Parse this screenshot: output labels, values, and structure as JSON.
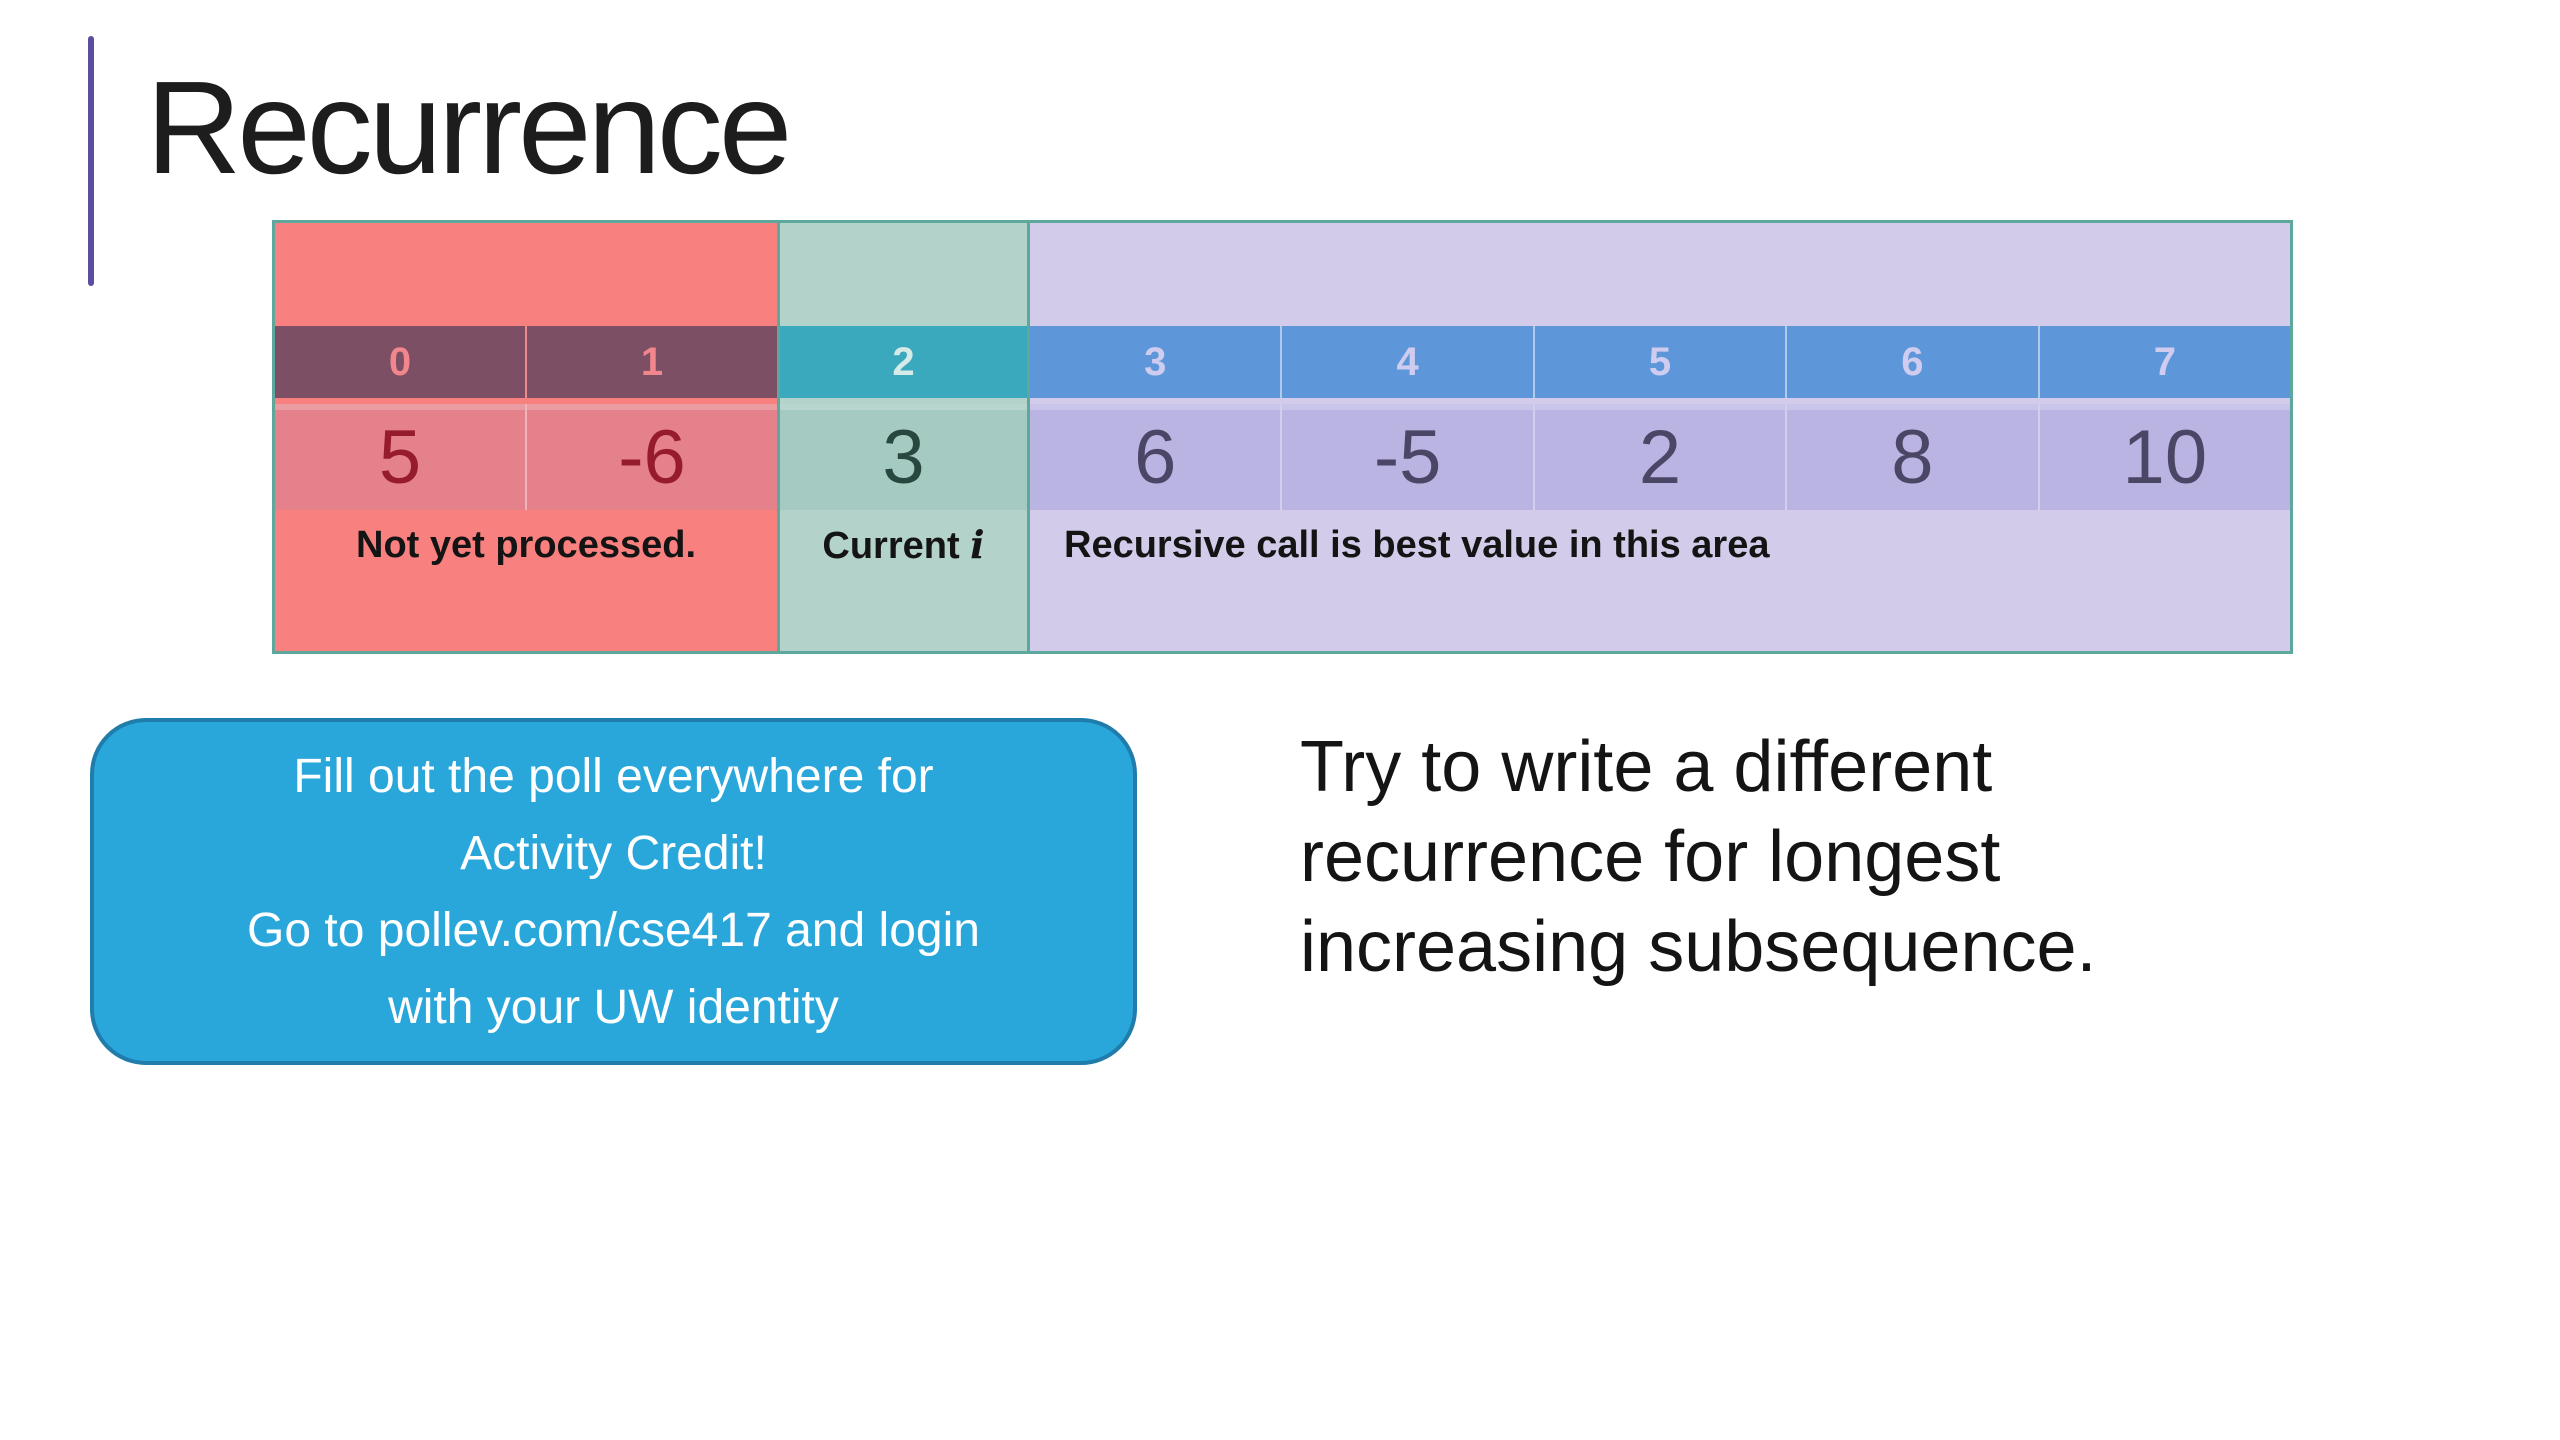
{
  "slide": {
    "title": "Recurrence",
    "accent_color": "#5b4da1"
  },
  "array_table": {
    "cells": [
      {
        "index": "0",
        "value": "5"
      },
      {
        "index": "1",
        "value": "-6"
      },
      {
        "index": "2",
        "value": "3"
      },
      {
        "index": "3",
        "value": "6"
      },
      {
        "index": "4",
        "value": "-5"
      },
      {
        "index": "5",
        "value": "2"
      },
      {
        "index": "6",
        "value": "8"
      },
      {
        "index": "7",
        "value": "10"
      }
    ],
    "regions": {
      "not_processed": {
        "label": "Not yet processed.",
        "block_color": "#f8817f",
        "header_color": "#7c4f64",
        "cell_color": "#e4818a",
        "value_text_color": "#961b2b"
      },
      "current": {
        "label_prefix": "Current ",
        "label_var": "i",
        "block_color": "#b3d2ca",
        "header_color": "#3ba9bd",
        "cell_color": "#a4cac2",
        "value_text_color": "#27473f"
      },
      "recursive": {
        "label": "Recursive call is best value in this area",
        "block_color": "#d2cbe9",
        "header_color": "#5d97d9",
        "cell_color": "#bab4e3",
        "value_text_color": "#4b4566"
      }
    },
    "border_color": "#5ea79c"
  },
  "poll_box": {
    "text": "Fill out the poll everywhere for\nActivity Credit!\nGo to pollev.com/cse417 and login\nwith your UW identity",
    "bg_color": "#29a7db",
    "border_color": "#1f7cab"
  },
  "prompt": {
    "text": "Try to write a different\nrecurrence for longest\nincreasing subsequence."
  }
}
